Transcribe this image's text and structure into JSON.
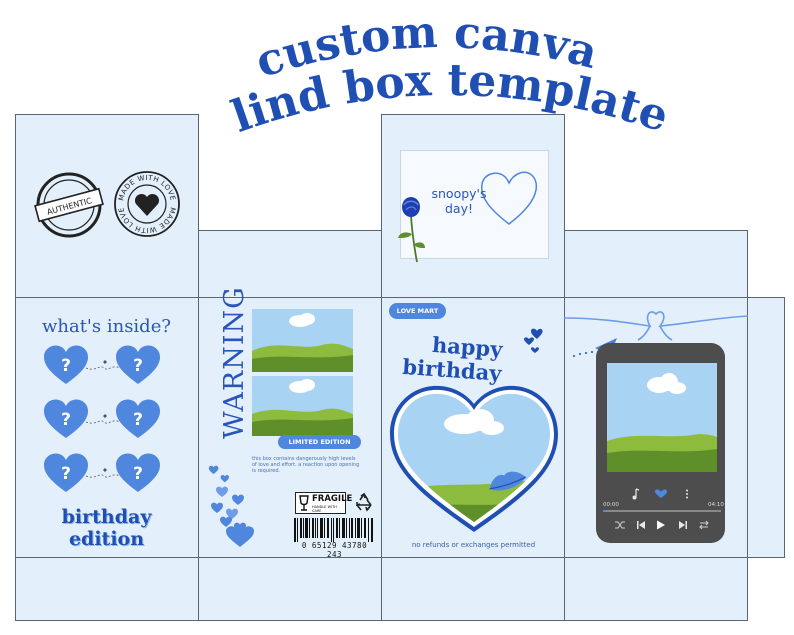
{
  "title": {
    "line1": "custom canva",
    "line2": "blind box template!"
  },
  "colors": {
    "panel": "#e3f0fb",
    "border": "#5a6572",
    "accent": "#1f4fb3",
    "accent_light": "#4f86de",
    "phone": "#4d4d4d"
  },
  "stamps": {
    "authentic": "AUTHENTIC",
    "made_with_love": "MADE WITH LOVE"
  },
  "left_panel": {
    "heading": "what's inside?",
    "mystery_mark": "?",
    "footer_line1": "birthday",
    "footer_line2": "edition"
  },
  "warning_panel": {
    "warning": "WARNING",
    "limited": "LIMITED EDITION",
    "disclaimer": "this box contains dangerously high levels of love and effort. a reaction upon opening is required.",
    "fragile": "FRAGILE",
    "fragile_sub": "HANDLE WITH CARE",
    "barcode_number": "0 65129 43780 243"
  },
  "front_panel": {
    "badge": "LOVE MART",
    "line1": "happy",
    "line2": "birthday",
    "footer": "no refunds or exchanges permitted"
  },
  "top_card": {
    "line1": "snoopy's",
    "line2": "day!"
  },
  "player": {
    "time_elapsed": "00:00",
    "time_total": "04:10",
    "icons": [
      "note-icon",
      "heart-icon",
      "more-icon",
      "shuffle-icon",
      "previous-icon",
      "play-icon",
      "next-icon",
      "repeat-icon"
    ]
  }
}
